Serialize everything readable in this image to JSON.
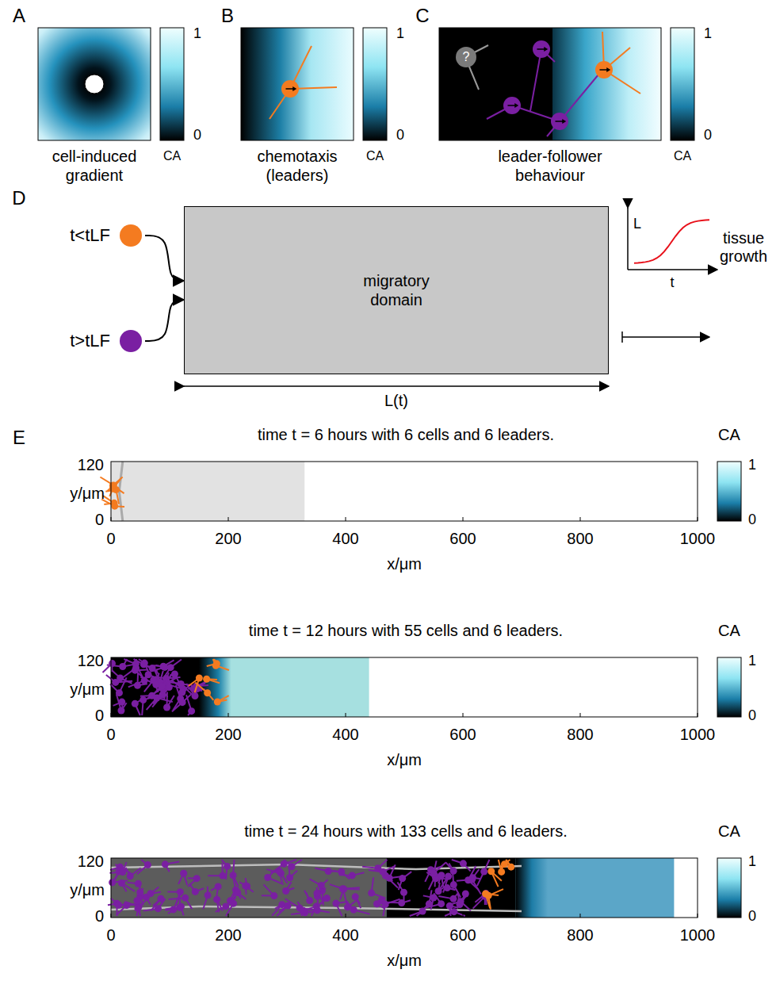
{
  "diagram": {
    "nodes": [
      {
        "text": [
          "cell-induced gradient"
        ]
      },
      {
        "text": [
          "chemotaxis (leaders)"
        ]
      },
      {
        "text": [
          "leader-follower behaviour"
        ]
      },
      {
        "text": [
          "?"
        ],
        "in": 2
      },
      {
        "text": [
          "t<tLF"
        ]
      },
      {
        "text": [
          "t>tLF"
        ]
      },
      {
        "text": [
          "migratory domain"
        ]
      }
    ],
    "edges": [
      {
        "from": 4,
        "to": 6,
        "arrow": "to"
      },
      {
        "from": 5,
        "to": 6,
        "arrow": "to"
      }
    ],
    "labels": [
      "A",
      "B",
      "C",
      "D",
      "E",
      "1",
      "0",
      "CA",
      "1",
      "0",
      "CA",
      "1",
      "0",
      "CA",
      "L(t)",
      "L",
      "t",
      "tissue growth",
      "time t = 6 hours with 6 cells and 6 leaders.",
      "120",
      "0",
      "y/μm",
      "0",
      "200",
      "400",
      "600",
      "800",
      "1000",
      "x/μm",
      "CA",
      "1",
      "0",
      "time t = 12 hours with 55 cells and 6 leaders.",
      "120",
      "0",
      "y/μm",
      "0",
      "200",
      "400",
      "600",
      "800",
      "1000",
      "x/μm",
      "CA",
      "1",
      "0",
      "time t = 24 hours with 133 cells and 6 leaders.",
      "120",
      "0",
      "y/μm",
      "0",
      "200",
      "400",
      "600",
      "800",
      "1000",
      "x/μm",
      "CA",
      "1",
      "0"
    ]
  }
}
